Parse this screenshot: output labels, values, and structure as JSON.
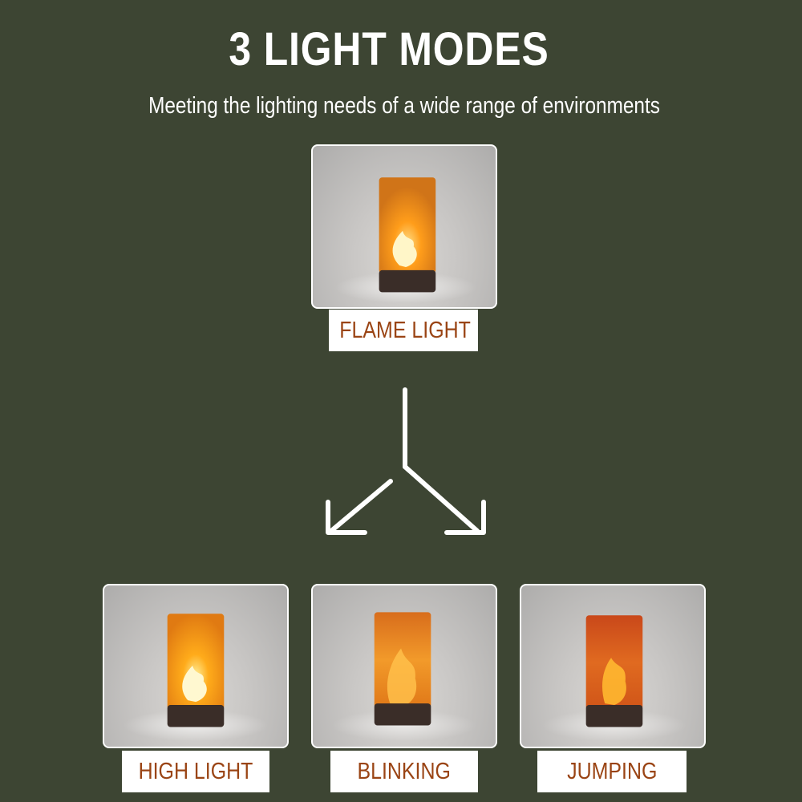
{
  "header": {
    "title": "3 LIGHT MODES",
    "subtitle": "Meeting the lighting needs of a wide range of environments"
  },
  "modes": {
    "main": {
      "label": "FLAME LIGHT",
      "image_icon": "flame-lamp-icon"
    },
    "left": {
      "label": "HIGH LIGHT",
      "image_icon": "flame-lamp-icon"
    },
    "center": {
      "label": "BLINKING",
      "image_icon": "flame-lamp-icon"
    },
    "right": {
      "label": "JUMPING",
      "image_icon": "flame-lamp-icon"
    }
  },
  "colors": {
    "background": "#3d4533",
    "label_text": "#9a4414",
    "arrow": "#ffffff",
    "flame": "#ffb000"
  }
}
